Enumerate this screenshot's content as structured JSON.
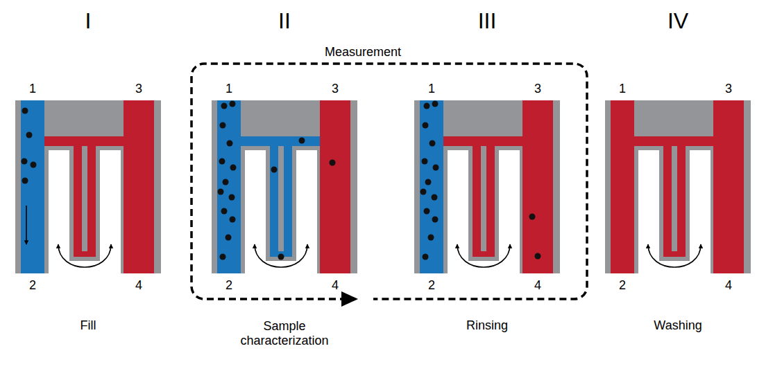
{
  "diagram": {
    "labels": [
      "I",
      "II",
      "III",
      "IV",
      "Measurement",
      "1",
      "3",
      "2",
      "4",
      "1",
      "3",
      "2",
      "4",
      "1",
      "3",
      "2",
      "4",
      "1",
      "3",
      "2",
      "4",
      "Fill",
      "Sample characterization",
      "Rinsing",
      "Washing"
    ]
  }
}
